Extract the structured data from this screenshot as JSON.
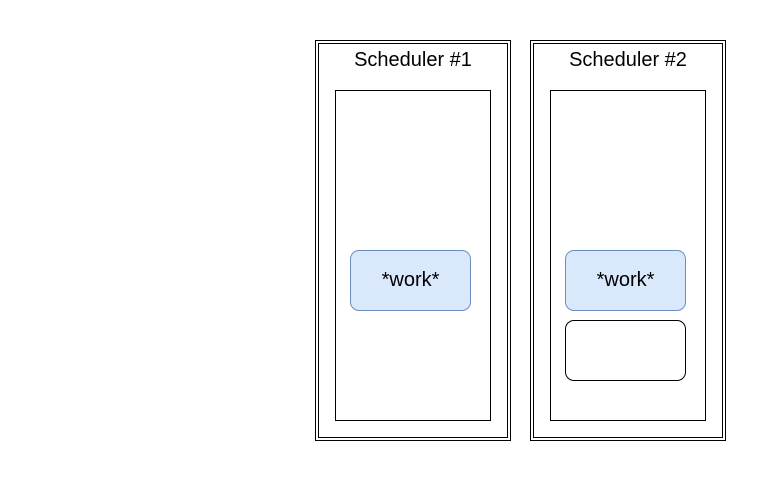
{
  "schedulers": [
    {
      "title": "Scheduler #1",
      "tasks": [
        {
          "label": "*work*"
        }
      ]
    },
    {
      "title": "Scheduler #2",
      "tasks": [
        {
          "label": "*work*"
        },
        {
          "label": ""
        }
      ]
    }
  ],
  "colors": {
    "work_fill": "#dae8fc",
    "work_stroke": "#6c8ebf",
    "outline": "#000000",
    "background": "#ffffff"
  }
}
